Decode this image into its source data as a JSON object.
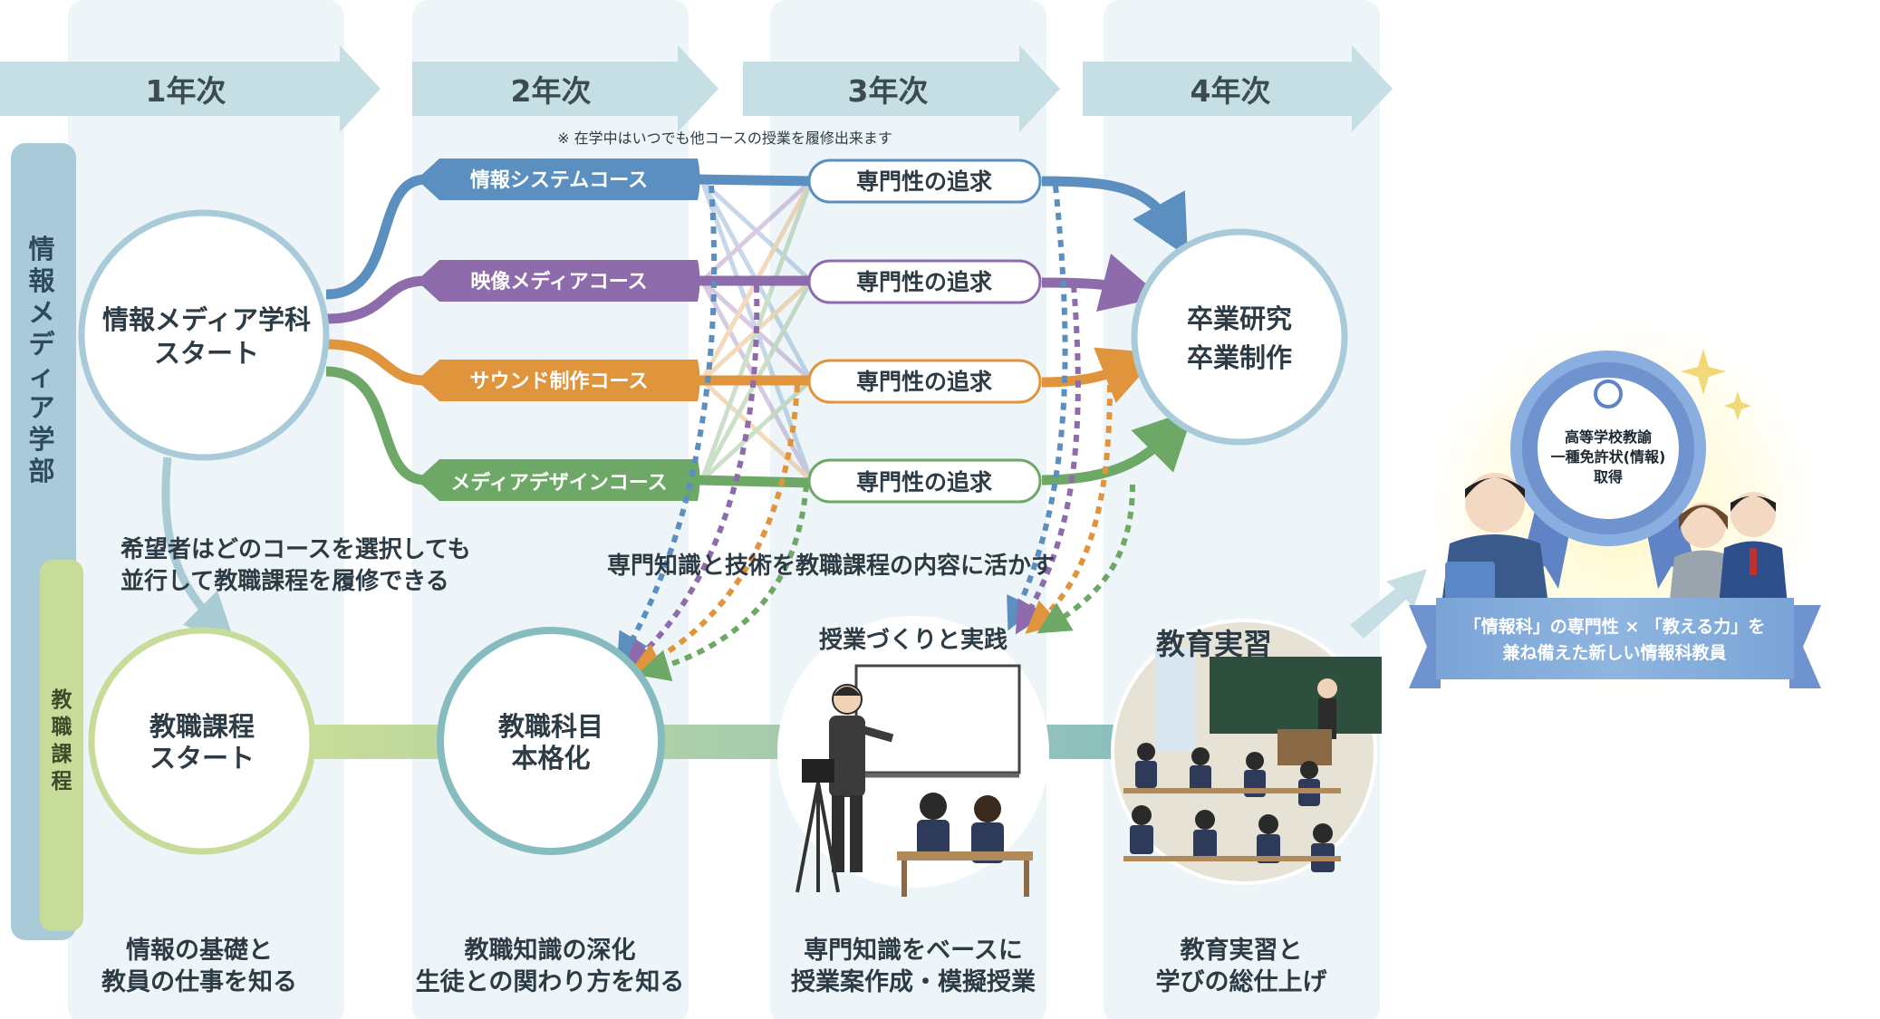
{
  "years": [
    "1年次",
    "2年次",
    "3年次",
    "4年次"
  ],
  "faculty_label": [
    "情",
    "報",
    "メ",
    "デ",
    "ィ",
    "ア",
    "学",
    "部"
  ],
  "kyoshoku_label": [
    "教",
    "職",
    "課",
    "程"
  ],
  "note_top": "※ 在学中はいつでも他コースの授業を履修出来ます",
  "start_circle": {
    "line1": "情報メディア学科",
    "line2": "スタート"
  },
  "courses": [
    {
      "label": "情報システムコース",
      "color": "#5b8fbf"
    },
    {
      "label": "映像メディアコース",
      "color": "#8e6bab"
    },
    {
      "label": "サウンド制作コース",
      "color": "#e0953c"
    },
    {
      "label": "メディアデザインコース",
      "color": "#6ea866"
    }
  ],
  "specialty_label": "専門性の追求",
  "graduation_circle": {
    "line1": "卒業研究",
    "line2": "卒業制作"
  },
  "kyoshoku_note": {
    "line1": "希望者はどのコースを選択しても",
    "line2": "並行して教職課程を履修できる"
  },
  "apply_note": "専門知識と技術を教職課程の内容に活かす",
  "kyoshoku_start": {
    "line1": "教職課程",
    "line2": "スタート"
  },
  "kyoshoku_subject": {
    "line1": "教職科目",
    "line2": "本格化"
  },
  "lesson_title": "授業づくりと実践",
  "practice_title": "教育実習",
  "badge": {
    "line1": "高等学校教諭",
    "line2": "一種免許状(情報)",
    "line3": "取得"
  },
  "ribbon": {
    "line1": "「情報科」の専門性 × 「教える力」を",
    "line2": "兼ね備えた新しい情報科教員"
  },
  "bottom": [
    {
      "line1": "情報の基礎と",
      "line2": "教員の仕事を知る"
    },
    {
      "line1": "教職知識の深化",
      "line2": "生徒との関わり方を知る"
    },
    {
      "line1": "専門知識をベースに",
      "line2": "授業案作成・模擬授業"
    },
    {
      "line1": "教育実習と",
      "line2": "学びの総仕上げ"
    }
  ],
  "colors": {
    "column_bg": "#eef5f8",
    "arrow": "#c5dfe5",
    "faculty_bar": "#a9cbd9",
    "kyoshoku_bar": "#c8dc9a",
    "teal_line": "#86bcc0"
  }
}
